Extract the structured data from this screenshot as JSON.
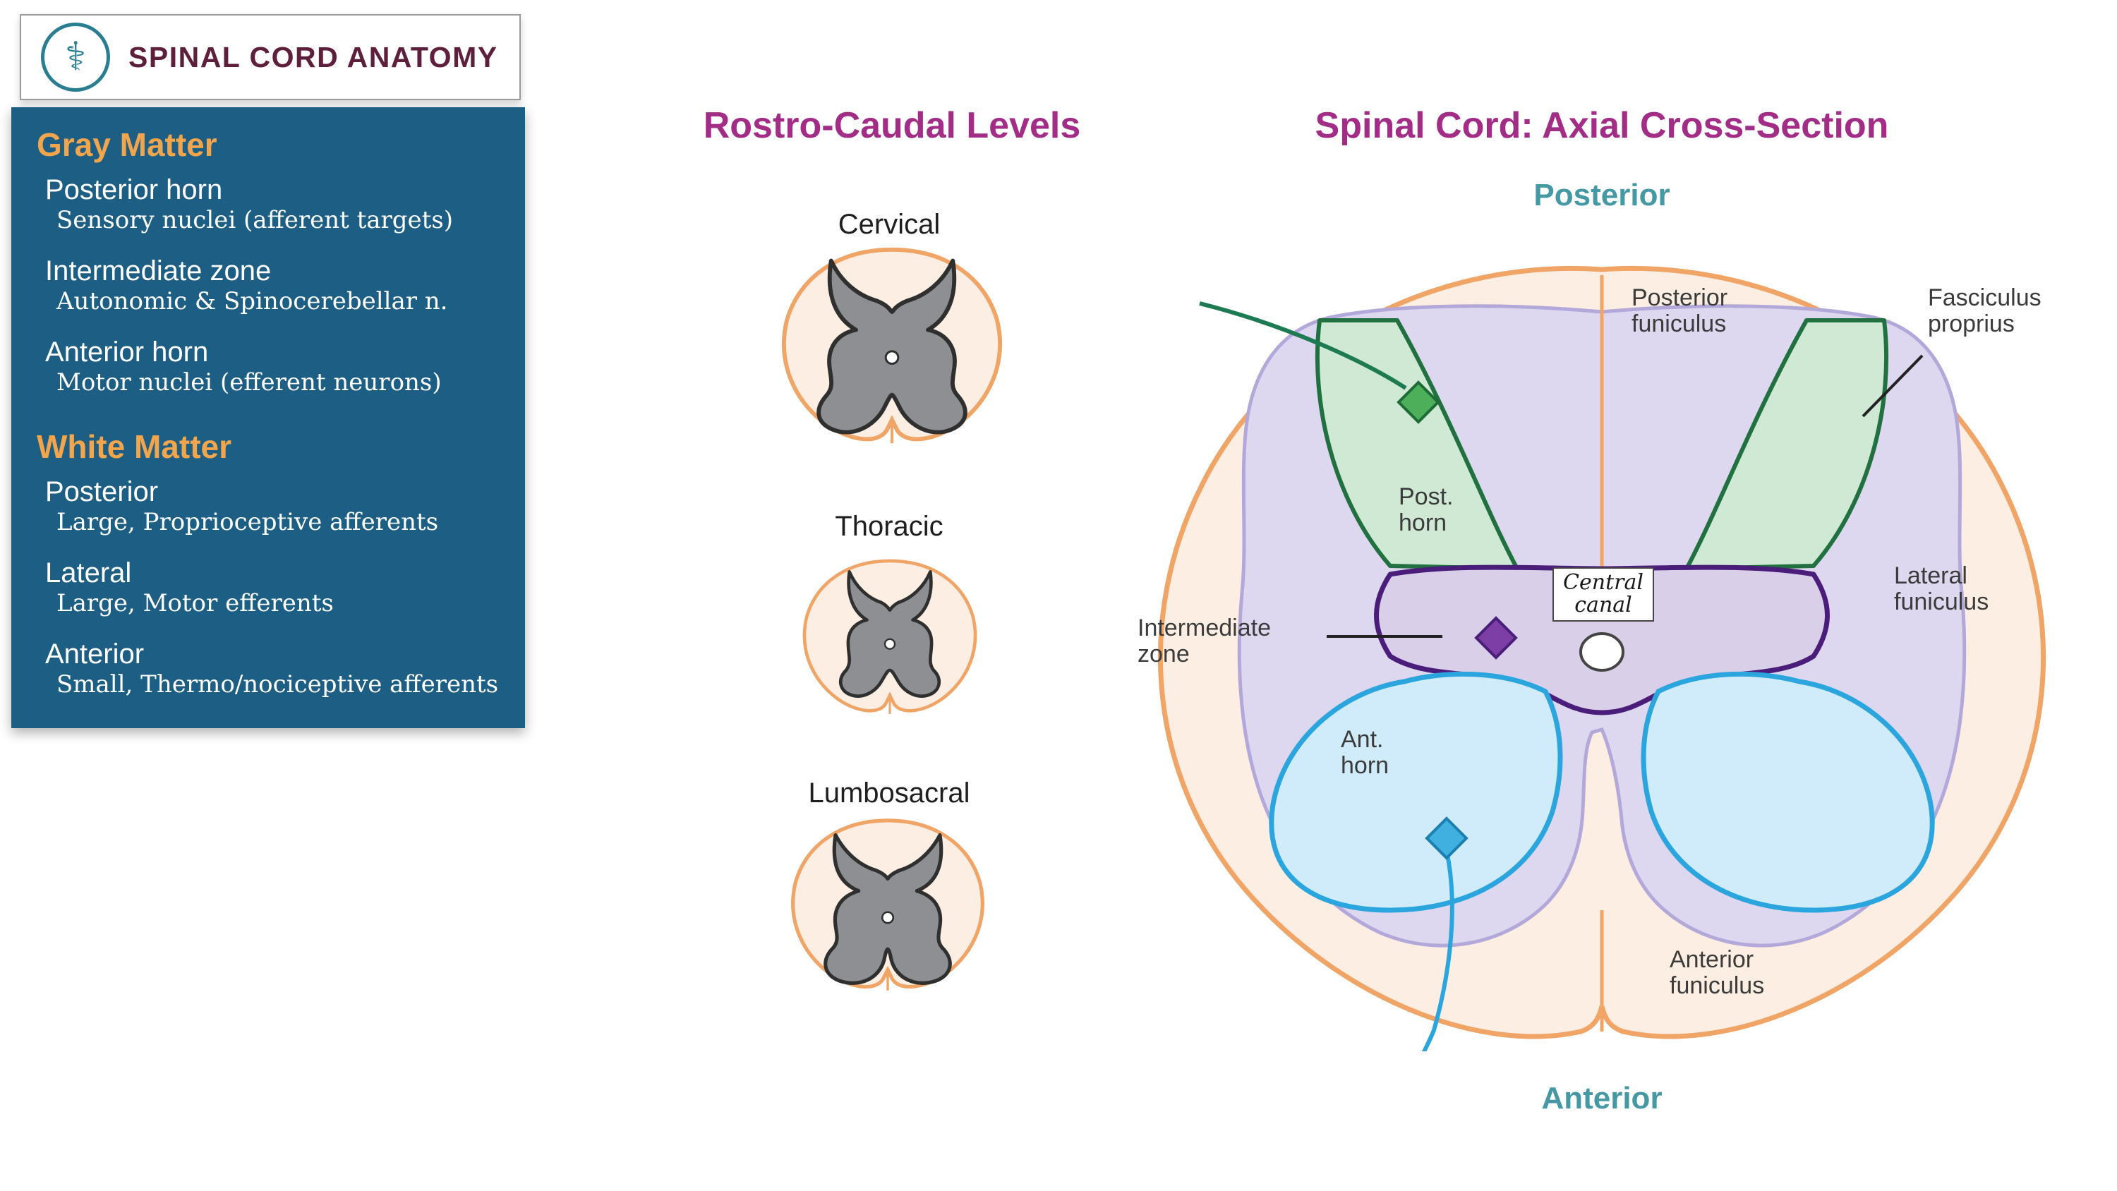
{
  "header": {
    "title": "SPINAL CORD ANATOMY",
    "icon": "caduceus-icon",
    "icon_glyph": "⚕"
  },
  "legend": {
    "sections": [
      {
        "heading": "Gray Matter",
        "items": [
          {
            "label": "Posterior horn",
            "detail": "Sensory nuclei (afferent targets)"
          },
          {
            "label": "Intermediate zone",
            "detail": "Autonomic & Spinocerebellar n."
          },
          {
            "label": "Anterior horn",
            "detail": "Motor nuclei (efferent neurons)"
          }
        ]
      },
      {
        "heading": "White Matter",
        "items": [
          {
            "label": "Posterior",
            "detail": "Large, Proprioceptive afferents"
          },
          {
            "label": "Lateral",
            "detail": "Large, Motor efferents"
          },
          {
            "label": "Anterior",
            "detail": "Small, Thermo/nociceptive afferents"
          }
        ]
      }
    ]
  },
  "levels": {
    "title": "Rostro-Caudal Levels",
    "sections": [
      {
        "label": "Cervical"
      },
      {
        "label": "Thoracic"
      },
      {
        "label": "Lumbosacral"
      }
    ]
  },
  "cross_section": {
    "title": "Spinal Cord: Axial Cross-Section",
    "orientation_top": "Posterior",
    "orientation_bottom": "Anterior",
    "labels": {
      "posterior_funiculus": "Posterior\nfuniculus",
      "fasciculus_proprius": "Fasciculus\nproprius",
      "post_horn": "Post.\nhorn",
      "central_canal": "Central\ncanal",
      "lateral_funiculus": "Lateral\nfuniculus",
      "intermediate_zone": "Intermediate\nzone",
      "ant_horn": "Ant.\nhorn",
      "anterior_funiculus": "Anterior\nfuniculus"
    }
  },
  "colors": {
    "panel_bg": "#1d5e85",
    "heading_orange": "#f3a54b",
    "title_maroon": "#5e1f3c",
    "section_purple": "#a22c86",
    "orientation_teal": "#4599a4",
    "cord_fill": "#fdeee3",
    "cord_outline": "#f0a466",
    "gray_matter": "#8e8f93",
    "posterior_horn_green": "#cfe9d4",
    "green_outline": "#20713f",
    "intermediate_purple": "#d9cfe9",
    "purple_outline": "#4a1d7a",
    "anterior_horn_blue": "#d0ebf9",
    "blue_outline": "#2aa5de",
    "funiculus_lavender": "#ddd7ef",
    "lavender_outline": "#b3a8da",
    "label_gray": "#3b3b3b"
  }
}
